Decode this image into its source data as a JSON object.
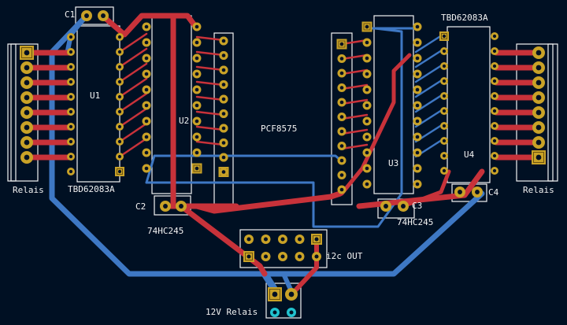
{
  "board": {
    "colors": {
      "background": "#001023",
      "front_copper": "#c8323a",
      "back_copper": "#3e78c4",
      "silkscreen": "#f2f2f2",
      "pad": "#c9a227",
      "via": "#21c2cf"
    }
  },
  "labels": {
    "c1": "C1",
    "u1": "U1",
    "u1_part": "TBD62083A",
    "relais_left": "Relais",
    "u2": "U2",
    "c2": "C2",
    "u2_part": "74HC245",
    "pcf": "PCF8575",
    "u3": "U3",
    "c3": "C3",
    "u3_part": "74HC245",
    "u4": "U4",
    "u4_part": "TBD62083A",
    "c4": "C4",
    "relais_right": "Relais",
    "i2c": "i2c OUT",
    "power": "12V Relais"
  }
}
